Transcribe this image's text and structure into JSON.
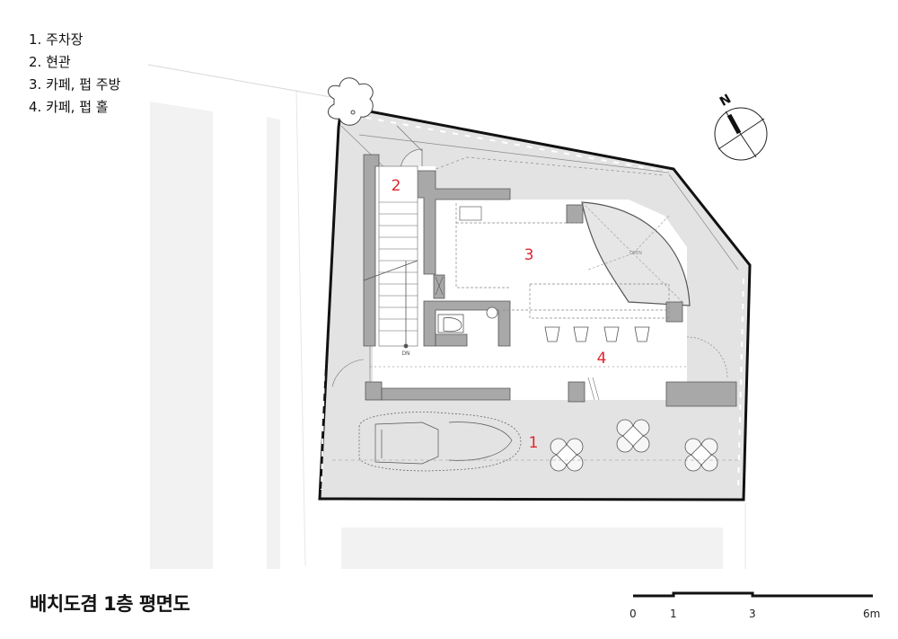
{
  "legend": {
    "items": [
      "1. 주차장",
      "2. 현관",
      "3. 카페, 펍 주방",
      "4. 카페, 펍 홀"
    ]
  },
  "plan": {
    "room_numbers": [
      "1",
      "2",
      "3",
      "4"
    ],
    "stair_label": "DN",
    "door_label": "OPEN",
    "north_label": "N"
  },
  "title": "배치도겸 1층 평면도",
  "scale_bar": {
    "labels": [
      "0",
      "1",
      "3",
      "6m"
    ]
  },
  "colors": {
    "room_number": "#e0262f",
    "site_fill": "#e3e3e3",
    "wall": "#a8a8a8",
    "outline": "#111111"
  }
}
